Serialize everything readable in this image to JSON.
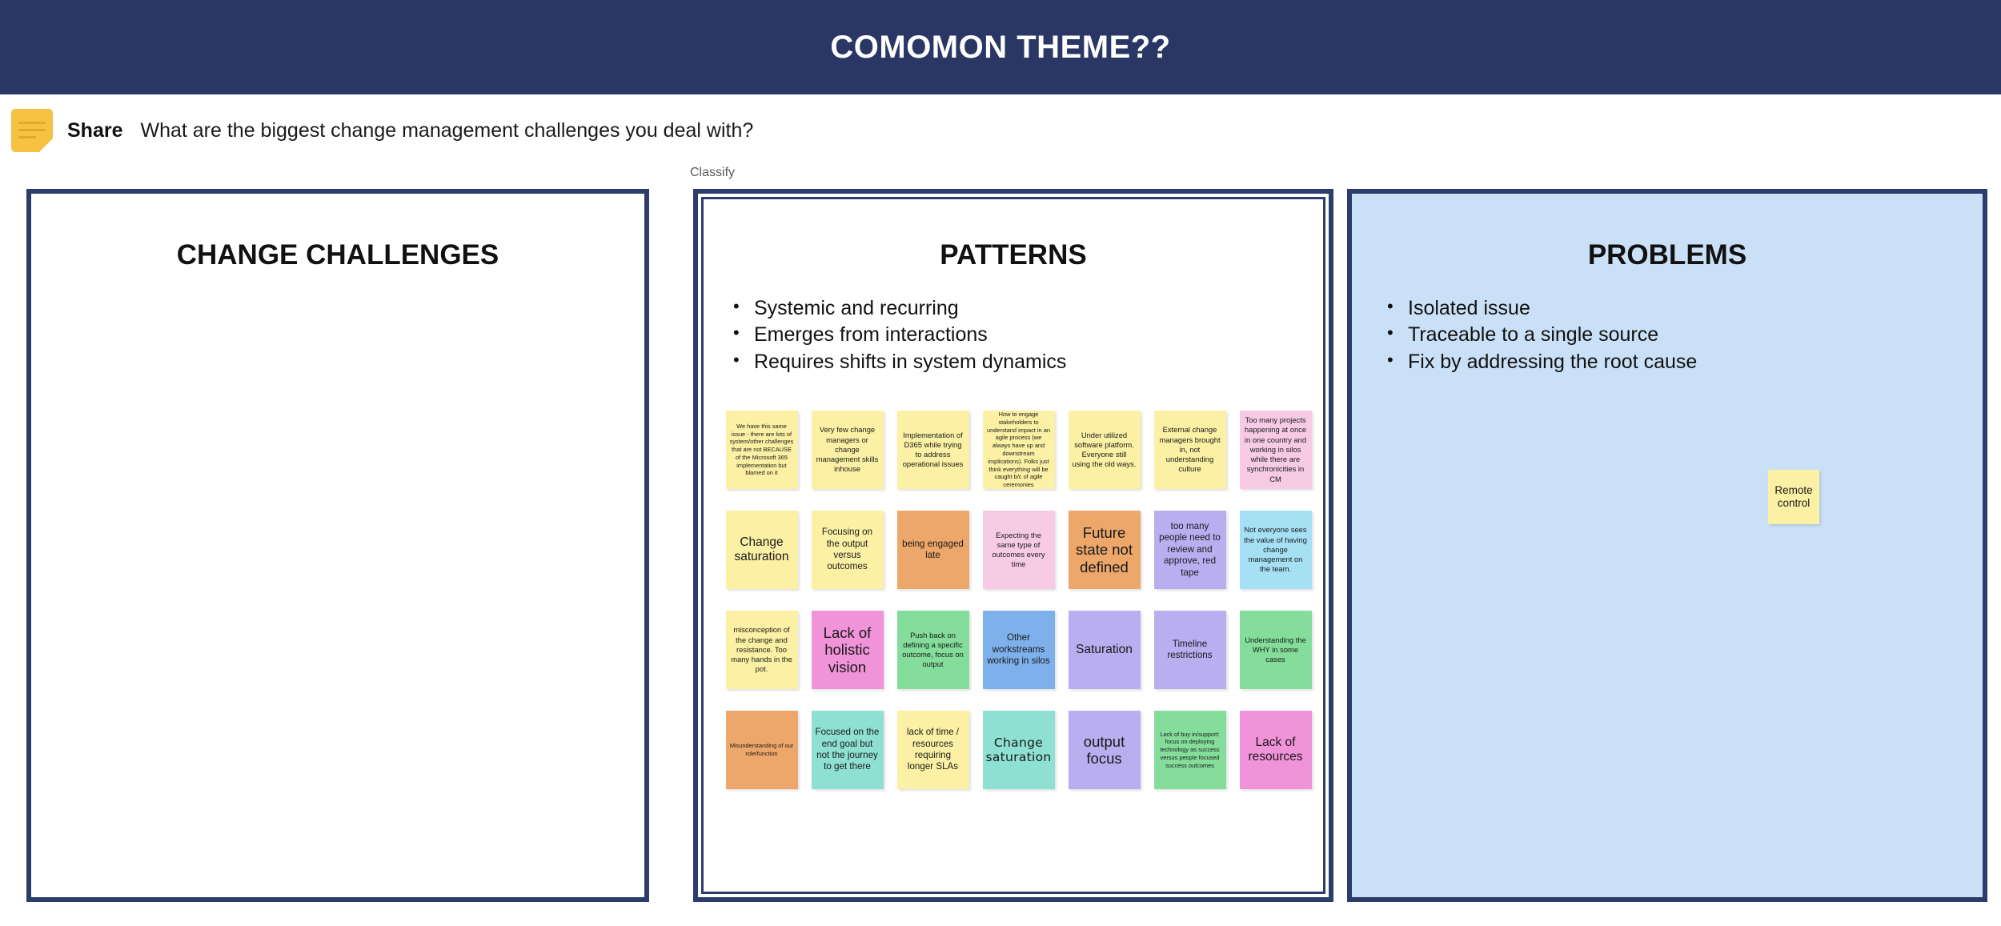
{
  "banner": {
    "title": "COMOMON THEME??"
  },
  "share": {
    "icon": "sticky-note-icon",
    "label": "Share",
    "question": "What are the biggest change management challenges you deal with?"
  },
  "classify": {
    "label": "Classify"
  },
  "panels": {
    "left": {
      "title": "CHANGE CHALLENGES",
      "bullets": []
    },
    "middle": {
      "title": "PATTERNS",
      "bullets": [
        "Systemic and recurring",
        " Emerges from interactions",
        "Requires shifts in system dynamics"
      ]
    },
    "right": {
      "title": "PROBLEMS",
      "bullets": [
        "Isolated issue",
        "Traceable to a single source",
        "Fix by addressing the root cause"
      ],
      "notes": [
        {
          "text": "Remote control",
          "color": "#fbf0a4"
        }
      ]
    }
  },
  "colors": {
    "banner_navy": "#2a3663",
    "panel_border": "#2c3c6b",
    "right_panel_bg": "#c9e0f7",
    "sticky_yellow": "#fbf0a4",
    "sticky_pink": "#f7cbe6",
    "sticky_orange": "#eda76a",
    "sticky_purple": "#b8aef0",
    "sticky_skyblue": "#a5e0f5",
    "sticky_magenta": "#f093d8",
    "sticky_green": "#84dd9a",
    "sticky_blue": "#7eb0ec",
    "sticky_teal": "#8ee0d2"
  },
  "sticky_notes": [
    {
      "text": "We have this same issue - there are lots of system/other challenges that are not BECAUSE of the Microsoft 365 implementation but blamed on it",
      "color": "#fbf0a4",
      "size": "xs"
    },
    {
      "text": "Very few change managers or change management skills inhouse",
      "color": "#fbf0a4",
      "size": "s"
    },
    {
      "text": "Implementation of D365 while trying to address operational issues",
      "color": "#fbf0a4",
      "size": "s"
    },
    {
      "text": "How to engage stakeholders to understand impact in an agile process (we always have up and downstream implications). Folks just think everything will be caught b/c of agile ceremonies",
      "color": "#fbf0a4",
      "size": "xs"
    },
    {
      "text": "Under utilized software platform. Everyone still using the old ways.",
      "color": "#fbf0a4",
      "size": "s"
    },
    {
      "text": "External change managers brought in, not understanding culture",
      "color": "#fbf0a4",
      "size": "s"
    },
    {
      "text": "Too many projects happening at once in one country and working in silos while there are synchronicities in CM",
      "color": "#f7cbe6",
      "size": "s"
    },
    {
      "text": "Change saturation",
      "color": "#fbf0a4",
      "size": "l"
    },
    {
      "text": "Focusing on the output versus outcomes",
      "color": "#fbf0a4",
      "size": "m"
    },
    {
      "text": "being engaged late",
      "color": "#eda76a",
      "size": "m"
    },
    {
      "text": "Expecting the same type of outcomes every time",
      "color": "#f7cbe6",
      "size": "s"
    },
    {
      "text": "Future state not defined",
      "color": "#eda76a",
      "size": "xl"
    },
    {
      "text": "too many people need to review and approve, red tape",
      "color": "#b8aef0",
      "size": "m"
    },
    {
      "text": "Not everyone sees the value of having change management on the team.",
      "color": "#a5e0f5",
      "size": "s"
    },
    {
      "text": "misconception of the change and resistance.  Too many hands in the pot.",
      "color": "#fbf0a4",
      "size": "s"
    },
    {
      "text": "Lack of holistic vision",
      "color": "#f093d8",
      "size": "xl"
    },
    {
      "text": "Push back on defining a specific outcome, focus on output",
      "color": "#84dd9a",
      "size": "s"
    },
    {
      "text": "Other workstreams working in silos",
      "color": "#7eb0ec",
      "size": "m"
    },
    {
      "text": "Saturation",
      "color": "#b8aef0",
      "size": "l"
    },
    {
      "text": "Timeline restrictions",
      "color": "#b8aef0",
      "size": "m"
    },
    {
      "text": "Understanding the WHY in some cases",
      "color": "#84dd9a",
      "size": "s"
    },
    {
      "text": "Misunderstanding of our role/function",
      "color": "#eda76a",
      "size": "xs"
    },
    {
      "text": "Focused on the end goal but not the journey to get there",
      "color": "#8ee0d2",
      "size": "m"
    },
    {
      "text": "lack of time / resources requiring longer SLAs",
      "color": "#fbf0a4",
      "size": "m"
    },
    {
      "text": "Change saturation",
      "color": "#8ee0d2",
      "size": "l",
      "font": "handwrite"
    },
    {
      "text": "output focus",
      "color": "#b8aef0",
      "size": "xl"
    },
    {
      "text": "Lack of buy in/support: focus on deploying technology as success versus people focused success outcomes",
      "color": "#84dd9a",
      "size": "xs"
    },
    {
      "text": "Lack of resources",
      "color": "#f093d8",
      "size": "l"
    }
  ]
}
